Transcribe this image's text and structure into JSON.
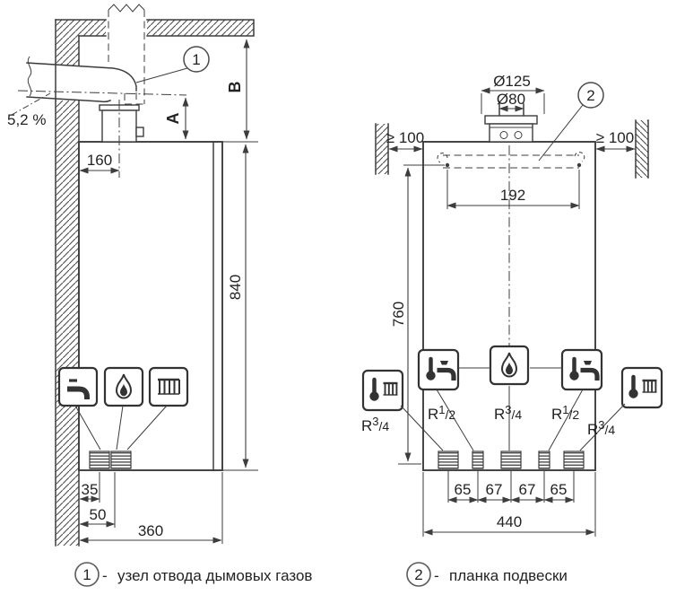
{
  "side_view": {
    "slope_label": "5,2 %",
    "callout": "1",
    "dim_flue_offset": "160",
    "dim_above_connector": "A",
    "dim_ceiling_clearance": "B",
    "dim_height": "840",
    "dim_conn_near": "35",
    "dim_conn_far": "50",
    "dim_depth": "360"
  },
  "front_view": {
    "callout": "2",
    "dim_flue_outer": "Ø125",
    "dim_flue_inner": "Ø80",
    "clearance_left": "≥ 100",
    "clearance_right": "≥ 100",
    "dim_bracket_holes": "192",
    "dim_height_bracket": "760",
    "dim_width": "440",
    "dim_spacing": [
      "65",
      "67",
      "67",
      "65"
    ],
    "threads": {
      "left_outer": {
        "prefix": "R",
        "sup": "3",
        "rest": "/4"
      },
      "left_inner": {
        "prefix": "R",
        "sup": "1",
        "rest": "/2"
      },
      "center": {
        "prefix": "R",
        "sup": "3",
        "rest": "/4"
      },
      "right_inner": {
        "prefix": "R",
        "sup": "1",
        "rest": "/2"
      },
      "right_outer": {
        "prefix": "R",
        "sup": "3",
        "rest": "/4"
      }
    }
  },
  "legend": [
    {
      "number": "1",
      "separator": "-",
      "label": "узел отвода дымовых газов"
    },
    {
      "number": "2",
      "separator": "-",
      "label": "планка подвески"
    }
  ],
  "icons": {
    "side_view": [
      "hot-water-tap-icon",
      "gas-flame-icon",
      "radiator-icon"
    ],
    "front_view": [
      "thermo-radiator-icon",
      "thermo-tap-icon",
      "gas-flame-icon",
      "thermo-tap-icon",
      "thermo-radiator-icon"
    ]
  },
  "colors": {
    "line": "#3d3d3d",
    "text": "#232323",
    "background": "#ffffff"
  }
}
